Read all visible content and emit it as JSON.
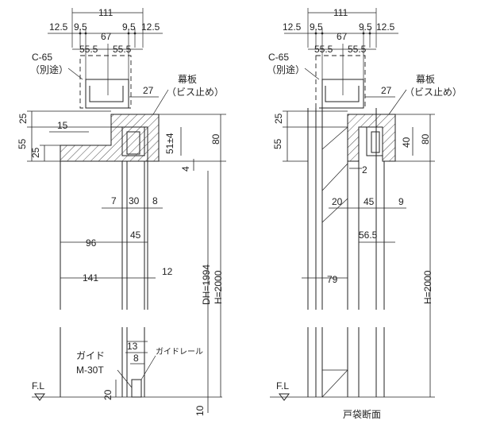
{
  "left_view": {
    "top_dims": {
      "overall": "111",
      "seg1": "12.5",
      "seg2": "9.5",
      "seg3": "67",
      "seg4": "9.5",
      "seg5": "12.5",
      "half_left": "55.5",
      "half_right": "55.5"
    },
    "labels": {
      "c65": "C-65",
      "c65_note": "（別途）",
      "makuita": "幕板",
      "makuita_note": "（ビス止め）",
      "guide": "ガイド",
      "guide_model": "M-30T",
      "guide_rail": "ガイドレール",
      "floor_line": "F.L"
    },
    "dims": {
      "d27": "27",
      "d25a": "25",
      "d15": "15",
      "d55": "55",
      "d25b": "25",
      "d51": "51±4",
      "d80": "80",
      "d4": "4",
      "d7": "7",
      "d30": "30",
      "d8": "8",
      "d96": "96",
      "d45": "45",
      "d141": "141",
      "d12": "12",
      "dh": "DH=1994",
      "h": "H=2000",
      "d13": "13",
      "d8b": "8",
      "d20": "20",
      "d10": "10"
    }
  },
  "right_view": {
    "top_dims": {
      "overall": "111",
      "seg1": "12.5",
      "seg2": "9.5",
      "seg3": "67",
      "seg4": "9.5",
      "seg5": "12.5",
      "half_left": "55.5",
      "half_right": "55.5"
    },
    "labels": {
      "c65": "C-65",
      "c65_note": "（別途）",
      "makuita": "幕板",
      "makuita_note": "（ビス止め）",
      "floor_line": "F.L",
      "caption": "戸袋断面"
    },
    "dims": {
      "d27": "27",
      "d25": "25",
      "d55": "55",
      "d40": "40",
      "d80": "80",
      "d2": "2",
      "d20": "20",
      "d45": "45",
      "d9": "9",
      "d56_5": "56.5",
      "d79": "79",
      "h": "H=2000"
    }
  }
}
